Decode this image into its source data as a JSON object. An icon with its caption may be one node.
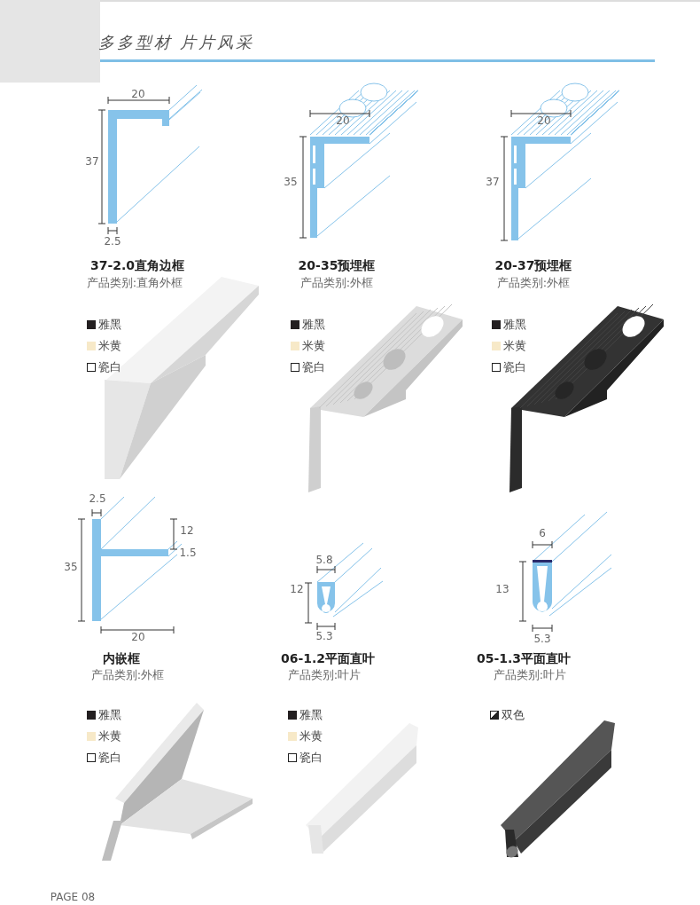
{
  "diagram": {
    "title": "多多型材 片片风采",
    "labels": [
      "20",
      "37",
      "2.5",
      "37-2.0直角边框",
      "产品类别:直角外框",
      "20",
      "35",
      "20-35预埋框",
      "产品类别:外框",
      "20",
      "37",
      "20-37预埋框",
      "产品类别:外框",
      "2.5",
      "12",
      "35",
      "1.5",
      "20",
      "内嵌框",
      "产品类别:外框",
      "5.8",
      "12",
      "5.3",
      "06-1.2平面直叶",
      "产品类别:叶片",
      "6",
      "13",
      "5.3",
      "05-1.3平面直叶",
      "产品类别:叶片",
      "PAGE 08"
    ],
    "legend": [
      {
        "text": "雅黑",
        "color": "#231f20"
      },
      {
        "text": "米黄",
        "color": "#f7e9c8"
      },
      {
        "text": "瓷白",
        "color": "#ffffff"
      },
      {
        "text": "雅黑",
        "color": "#231f20"
      },
      {
        "text": "米黄",
        "color": "#f7e9c8"
      },
      {
        "text": "瓷白",
        "color": "#ffffff"
      },
      {
        "text": "雅黑",
        "color": "#231f20"
      },
      {
        "text": "米黄",
        "color": "#f7e9c8"
      },
      {
        "text": "瓷白",
        "color": "#ffffff"
      },
      {
        "text": "雅黑",
        "color": "#231f20"
      },
      {
        "text": "米黄",
        "color": "#f7e9c8"
      },
      {
        "text": "瓷白",
        "color": "#ffffff"
      },
      {
        "text": "雅黑",
        "color": "#231f20"
      },
      {
        "text": "米黄",
        "color": "#f7e9c8"
      },
      {
        "text": "瓷白",
        "color": "#ffffff"
      },
      {
        "text": "双色"
      }
    ]
  }
}
